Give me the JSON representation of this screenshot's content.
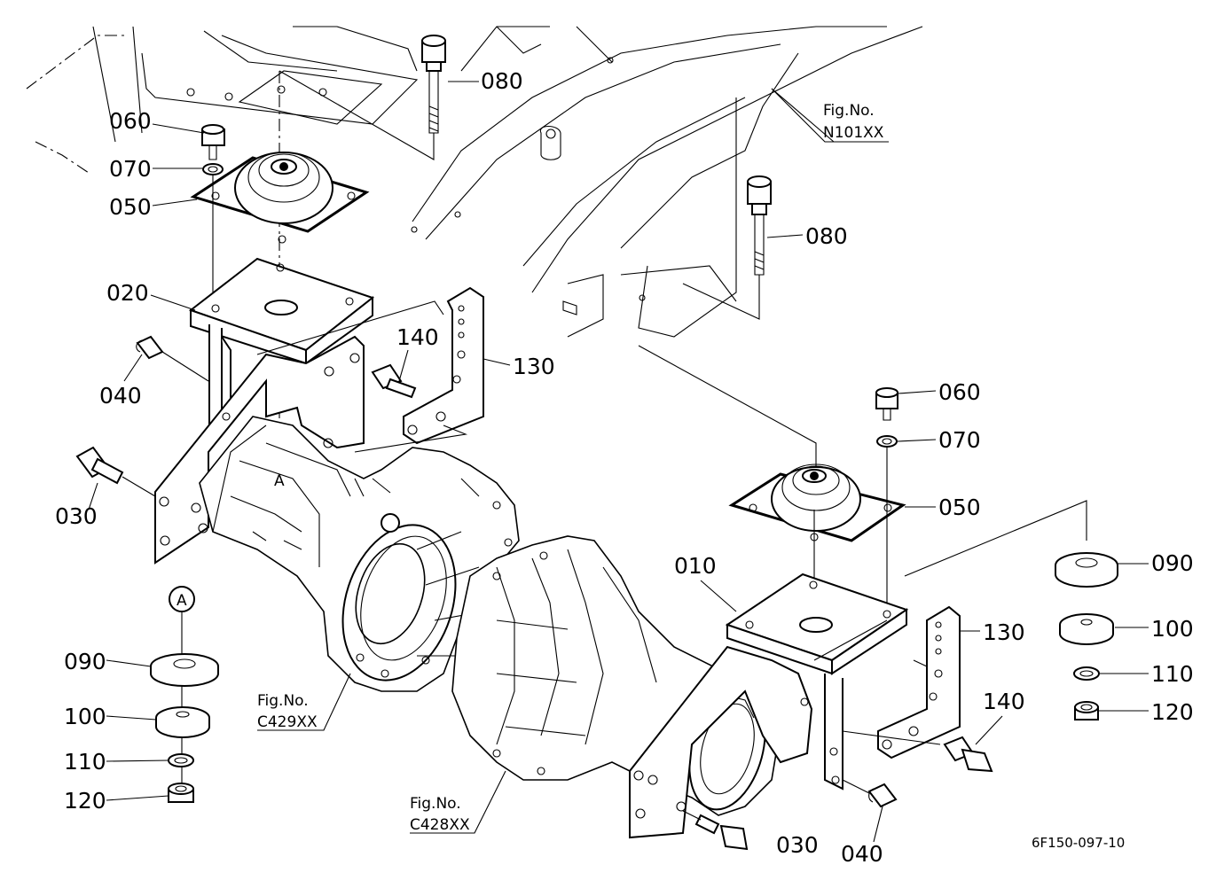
{
  "labels": {
    "p010": "010",
    "p020": "020",
    "p030_left": "030",
    "p030_right": "030",
    "p040_left": "040",
    "p040_right": "040",
    "p050_left": "050",
    "p050_right": "050",
    "p060_left": "060",
    "p060_right": "060",
    "p070_left": "070",
    "p070_right": "070",
    "p080_left": "080",
    "p080_right": "080",
    "p090_left": "090",
    "p090_right": "090",
    "p100_left": "100",
    "p100_right": "100",
    "p110_left": "110",
    "p110_right": "110",
    "p120_left": "120",
    "p120_right": "120",
    "p130_left": "130",
    "p130_right": "130",
    "p140_left": "140",
    "p140_right": "140"
  },
  "refs": {
    "a_top": "A",
    "a_bottom": "A"
  },
  "figrefs": {
    "n101": {
      "title": "Fig.No.",
      "code": "N101XX"
    },
    "c429": {
      "title": "Fig.No.",
      "code": "C429XX"
    },
    "c428": {
      "title": "Fig.No.",
      "code": "C428XX"
    }
  },
  "drawing_code": "6F150-097-10"
}
